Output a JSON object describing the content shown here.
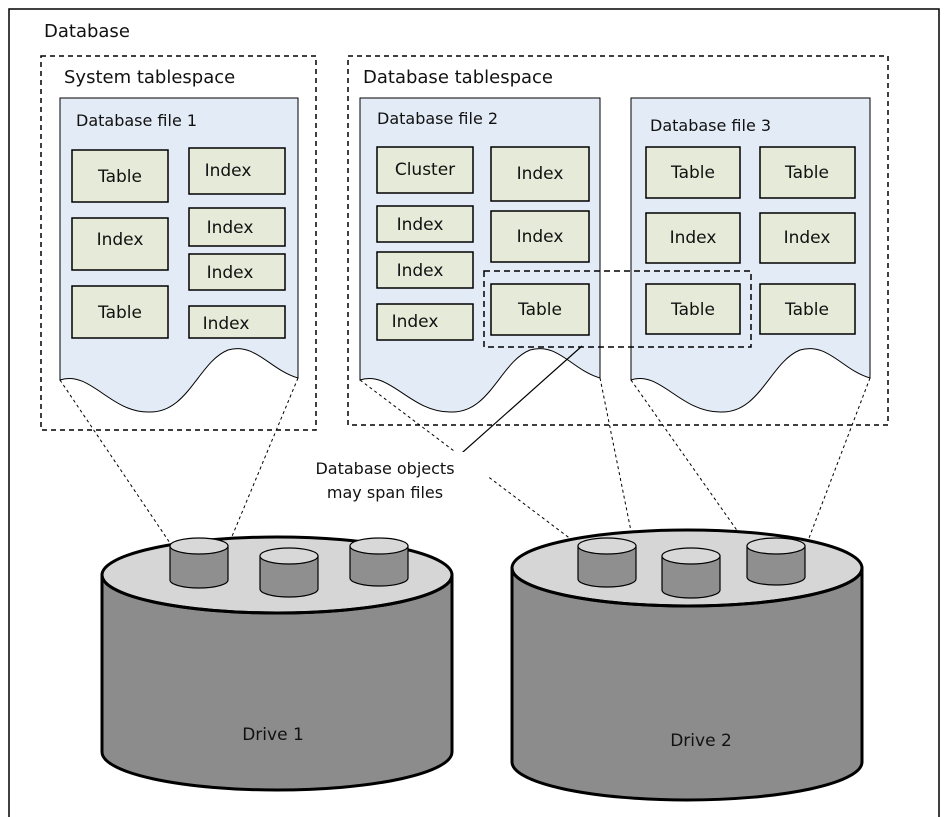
{
  "title": "Database",
  "colors": {
    "file_fill": "#e3ebf6",
    "object_fill": "#e6ead9",
    "drive_body": "#8c8c8c",
    "drive_top": "#d6d6d6",
    "cylinder_body": "#8f8f8f",
    "cylinder_top": "#d8d8d8"
  },
  "tablespaces": {
    "system": {
      "label": "System tablespace"
    },
    "database": {
      "label": "Database tablespace"
    }
  },
  "files": {
    "file1": {
      "label": "Database file 1",
      "objects": [
        "Table",
        "Index",
        "Table",
        "Index",
        "Index",
        "Index",
        "Index"
      ]
    },
    "file2": {
      "label": "Database file 2",
      "objects": [
        "Cluster",
        "Index",
        "Index",
        "Index",
        "Index",
        "Index",
        "Table"
      ]
    },
    "file3": {
      "label": "Database file 3",
      "objects": [
        "Table",
        "Table",
        "Index",
        "Index",
        "Table",
        "Table"
      ]
    }
  },
  "annotation": {
    "line1": "Database objects",
    "line2": "may span files"
  },
  "drives": {
    "drive1": "Drive 1",
    "drive2": "Drive 2"
  }
}
